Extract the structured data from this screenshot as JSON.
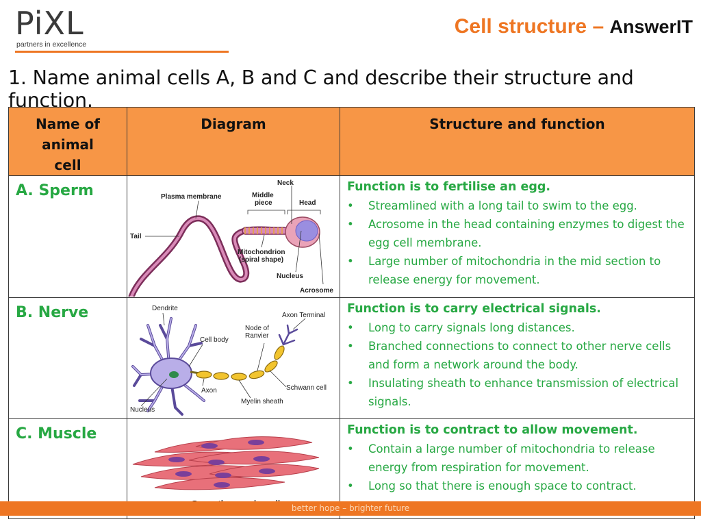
{
  "logo": {
    "wordmark": "PiXL",
    "tagline": "partners in excellence"
  },
  "header": {
    "title_part1": "Cell structure – ",
    "title_part2": "AnswerIT"
  },
  "question": "1. Name animal cells A, B and C and describe their structure and function.",
  "table": {
    "headers": {
      "name": "Name of animal cell",
      "diagram": "Diagram",
      "structure": "Structure and function"
    },
    "rows": [
      {
        "name": "A. Sperm",
        "function": "Function is to fertilise an egg.",
        "bullets": [
          "Streamlined with a long tail to swim to the egg.",
          "Acrosome in the head containing enzymes to digest the egg cell membrane.",
          "Large number of mitochondria in the mid section to release energy for movement."
        ],
        "diagram_labels": {
          "neck": "Neck",
          "plasma_membrane": "Plasma membrane",
          "middle_piece": "Middle piece",
          "head": "Head",
          "tail": "Tail",
          "mitochondrion": "Mitochondrion (spiral shape)",
          "nucleus": "Nucleus",
          "acrosome": "Acrosome"
        }
      },
      {
        "name": "B. Nerve",
        "function": "Function is to carry electrical signals.",
        "bullets": [
          "Long to carry signals long distances.",
          "Branched connections to connect to other nerve cells and form a network around the body.",
          "Insulating sheath to enhance transmission of electrical signals."
        ],
        "diagram_labels": {
          "dendrite": "Dendrite",
          "axon_terminal": "Axon Terminal",
          "node_of_ranvier": "Node of Ranvier",
          "cell_body": "Cell body",
          "schwann_cell": "Schwann cell",
          "axon": "Axon",
          "myelin_sheath": "Myelin sheath",
          "nucleus": "Nucleus"
        }
      },
      {
        "name": "C. Muscle",
        "function": "Function is to contract to allow movement.",
        "bullets": [
          "Contain a large number of mitochondria to release energy from respiration for movement.",
          "Long so that there is enough space to contract."
        ],
        "diagram_labels": {
          "caption": "Smooth muscle cells"
        }
      }
    ]
  },
  "footer": "better hope – brighter future",
  "colors": {
    "accent": "#ee7623",
    "header_fill": "#f79646",
    "answer_green": "#27a843"
  }
}
